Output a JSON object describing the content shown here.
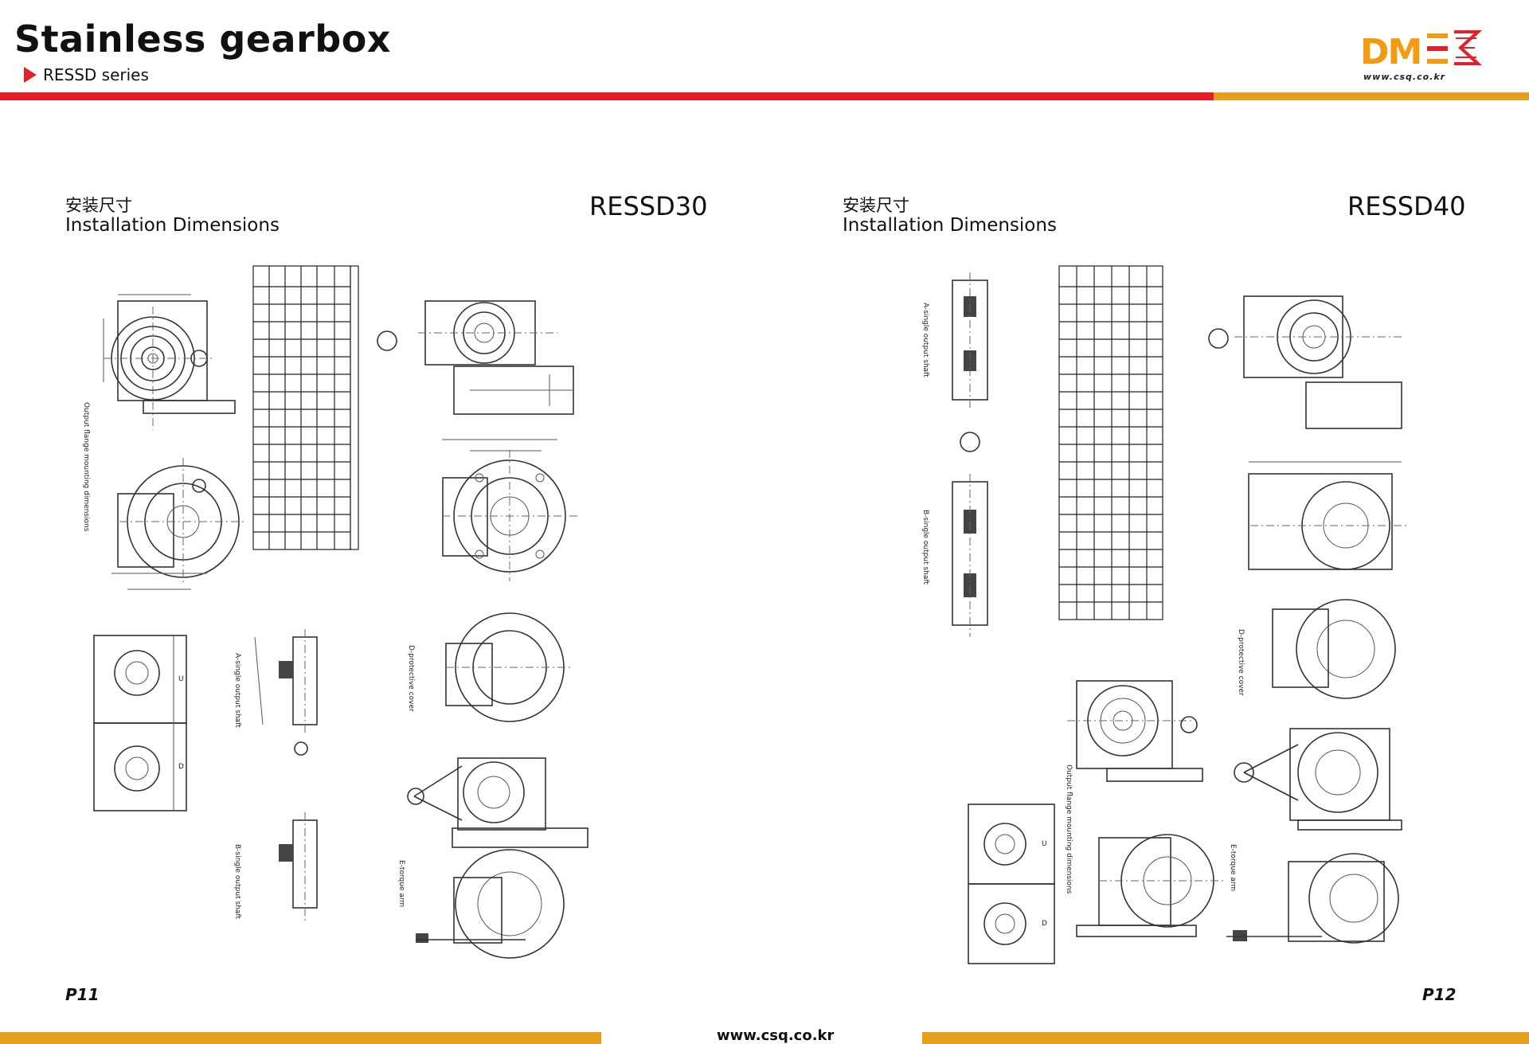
{
  "header": {
    "title": "Stainless gearbox",
    "series": "RESSD series",
    "logo_text": "DME",
    "logo_url": "www.csq.co.kr",
    "accent_red": "#e3202a",
    "accent_orange": "#e6a01e"
  },
  "left_page": {
    "heading_cn": "安装尺寸",
    "heading_en": "Installation Dimensions",
    "model": "RESSD30",
    "page_number": "P11",
    "drawing_labels": {
      "output_flange": "Output flange mounting dimensions",
      "a_shaft": "A-single output shaft",
      "b_shaft": "B-single output shaft",
      "d_cover": "D-protective cover",
      "e_arm": "E-torque arm",
      "u": "U",
      "d": "D"
    }
  },
  "right_page": {
    "heading_cn": "安装尺寸",
    "heading_en": "Installation Dimensions",
    "model": "RESSD40",
    "page_number": "P12",
    "drawing_labels": {
      "output_flange": "Output flange mounting dimensions",
      "a_shaft": "A-single output shaft",
      "b_shaft": "B-single output shaft",
      "d_cover": "D-protective cover",
      "e_arm": "E-torque arm",
      "u": "U",
      "d": "D"
    }
  },
  "footer": {
    "url": "www.csq.co.kr"
  }
}
